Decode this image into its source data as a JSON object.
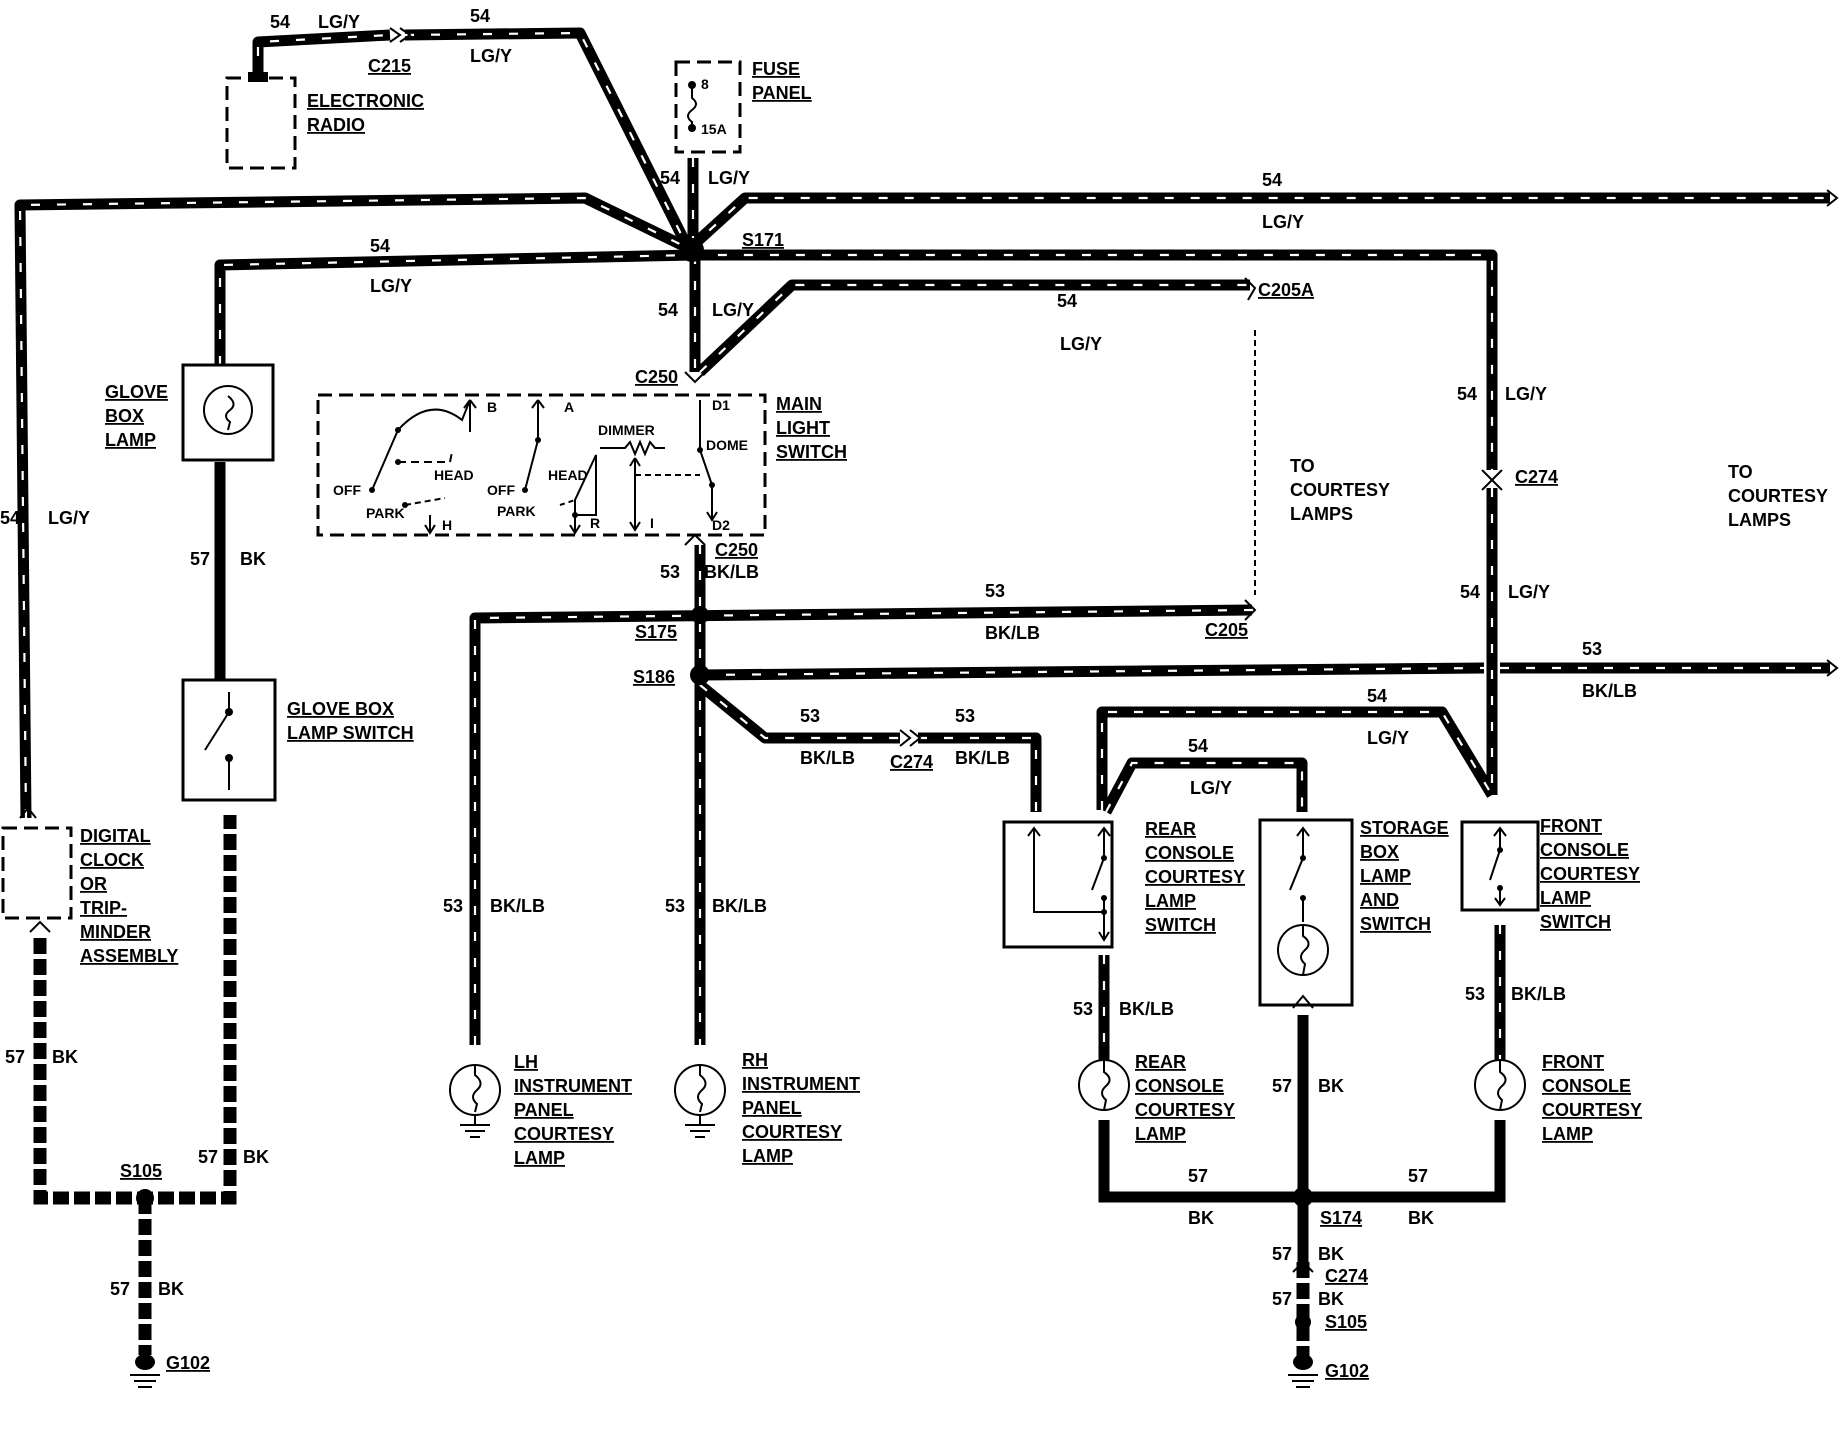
{
  "wires": {
    "w54": "54",
    "lgy": "LG/Y",
    "w53": "53",
    "bklb": "BK/LB",
    "w57": "57",
    "bk": "BK"
  },
  "connectors": {
    "c215": "C215",
    "c250": "C250",
    "c205a": "C205A",
    "c205": "C205",
    "c274": "C274",
    "s171": "S171",
    "s175": "S175",
    "s186": "S186",
    "s105": "S105",
    "s174": "S174",
    "g102": "G102"
  },
  "components": {
    "electronic_radio": [
      "ELECTRONIC",
      "RADIO"
    ],
    "fuse_panel": [
      "FUSE",
      "PANEL"
    ],
    "fuse_number": "8",
    "fuse_rating": "15A",
    "glove_box_lamp": [
      "GLOVE",
      "BOX",
      "LAMP"
    ],
    "main_light_switch": [
      "MAIN",
      "LIGHT",
      "SWITCH"
    ],
    "glove_box_lamp_switch": [
      "GLOVE BOX",
      "LAMP SWITCH"
    ],
    "digital_clock": [
      "DIGITAL",
      "CLOCK",
      "OR",
      "TRIP-",
      "MINDER",
      "ASSEMBLY"
    ],
    "lh_lamp": [
      "LH",
      "INSTRUMENT",
      "PANEL",
      "COURTESY",
      "LAMP"
    ],
    "rh_lamp": [
      "RH",
      "INSTRUMENT",
      "PANEL",
      "COURTESY",
      "LAMP"
    ],
    "rear_console_switch": [
      "REAR",
      "CONSOLE",
      "COURTESY",
      "LAMP",
      "SWITCH"
    ],
    "storage_box": [
      "STORAGE",
      "BOX",
      "LAMP",
      "AND",
      "SWITCH"
    ],
    "front_console_switch": [
      "FRONT",
      "CONSOLE",
      "COURTESY",
      "LAMP",
      "SWITCH"
    ],
    "rear_console_lamp": [
      "REAR",
      "CONSOLE",
      "COURTESY",
      "LAMP"
    ],
    "front_console_lamp": [
      "FRONT",
      "CONSOLE",
      "COURTESY",
      "LAMP"
    ],
    "to_courtesy_lamps": [
      "TO",
      "COURTESY",
      "LAMPS"
    ]
  },
  "switch_labels": {
    "b": "B",
    "a": "A",
    "d1": "D1",
    "d2": "D2",
    "dimmer": "DIMMER",
    "dome": "DOME",
    "head": "HEAD",
    "off": "OFF",
    "park": "PARK",
    "h": "H",
    "r": "R",
    "i": "I"
  }
}
